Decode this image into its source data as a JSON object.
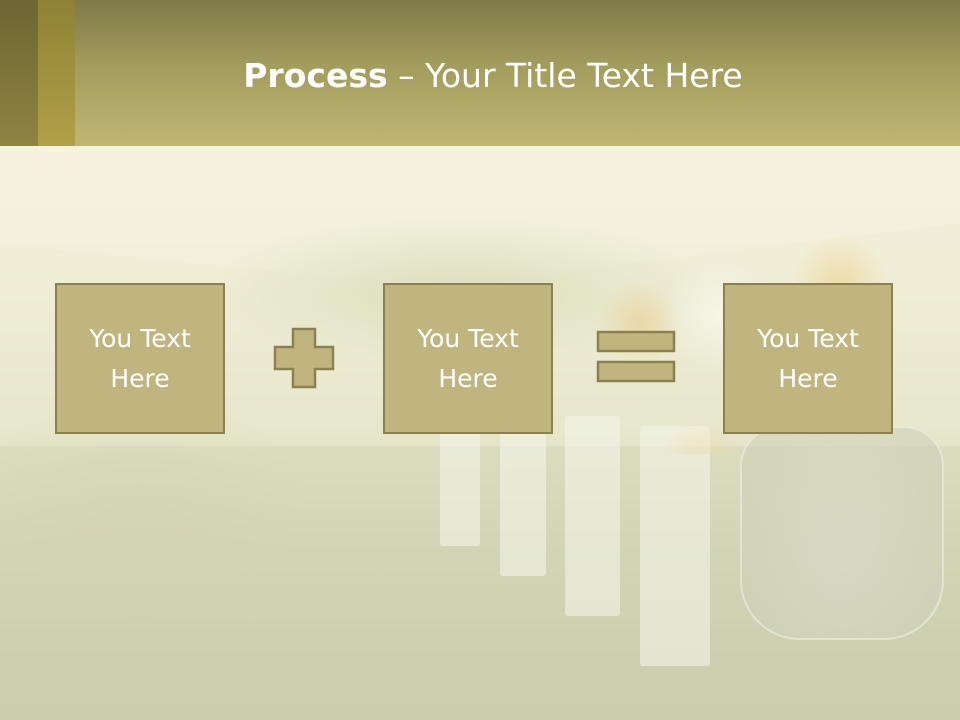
{
  "slide": {
    "title_bold": "Process",
    "title_rest": " – Your Title Text Here",
    "boxes": [
      {
        "line1": "You Text",
        "line2": "Here"
      },
      {
        "line1": "You Text",
        "line2": "Here"
      },
      {
        "line1": "You Text",
        "line2": "Here"
      }
    ],
    "operators": [
      "plus-icon",
      "equals-icon"
    ]
  },
  "colors": {
    "title_band": "#a29c5d",
    "box_fill": "#c0b47f",
    "box_border": "#8b8150",
    "text": "#ffffff"
  }
}
